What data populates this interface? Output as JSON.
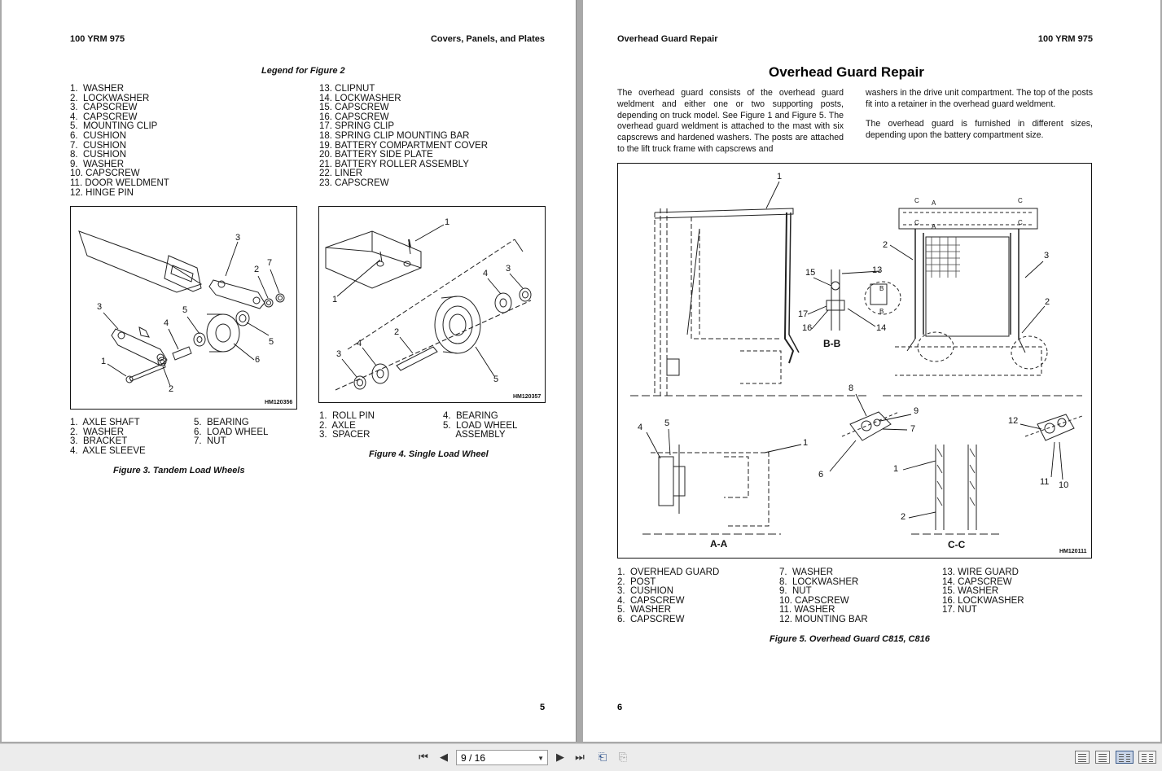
{
  "left_page": {
    "header_left": "100 YRM 975",
    "header_right": "Covers, Panels, and Plates",
    "legend_title": "Legend for Figure 2",
    "legend_col1": [
      "1.  WASHER",
      "2.  LOCKWASHER",
      "3.  CAPSCREW",
      "4.  CAPSCREW",
      "5.  MOUNTING CLIP",
      "6.  CUSHION",
      "7.  CUSHION",
      "8.  CUSHION",
      "9.  WASHER",
      "10. CAPSCREW",
      "11. DOOR WELDMENT",
      "12. HINGE PIN"
    ],
    "legend_col2": [
      "13. CLIPNUT",
      "14. LOCKWASHER",
      "15. CAPSCREW",
      "16. CAPSCREW",
      "17. SPRING CLIP",
      "18. SPRING CLIP MOUNTING BAR",
      "19. BATTERY COMPARTMENT COVER",
      "20. BATTERY SIDE PLATE",
      "21. BATTERY ROLLER ASSEMBLY",
      "22. LINER",
      "23. CAPSCREW"
    ],
    "fig3": {
      "id": "HM120356",
      "callouts": [
        "3",
        "2",
        "7",
        "3",
        "5",
        "4",
        "5",
        "6",
        "1",
        "2"
      ],
      "legend_col1": [
        "1.  AXLE SHAFT",
        "2.  WASHER",
        "3.  BRACKET",
        "4.  AXLE SLEEVE"
      ],
      "legend_col2": [
        "5.  BEARING",
        "6.  LOAD WHEEL",
        "7.  NUT"
      ],
      "caption": "Figure 3.  Tandem Load Wheels"
    },
    "fig4": {
      "id": "HM120357",
      "callouts": [
        "1",
        "1",
        "4",
        "3",
        "2",
        "4",
        "3",
        "5"
      ],
      "legend_col1": [
        "1.  ROLL PIN",
        "2.  AXLE",
        "3.  SPACER"
      ],
      "legend_col2": [
        "4.  BEARING",
        "5.  LOAD WHEEL",
        "     ASSEMBLY"
      ],
      "caption": "Figure 4.  Single Load Wheel"
    },
    "page_number": "5"
  },
  "right_page": {
    "header_left": "Overhead Guard Repair",
    "header_right": "100 YRM 975",
    "title": "Overhead Guard Repair",
    "para_left": "The overhead guard consists of the overhead guard weldment and either one or two supporting posts, depending on truck model.  See Figure 1 and Figure 5. The overhead guard weldment is attached to the mast with six capscrews and hardened washers. The posts are attached to the lift truck frame with capscrews and",
    "para_right_1": "washers in the drive unit compartment.  The top of the posts fit into a retainer in the overhead guard weldment.",
    "para_right_2": "The overhead guard is furnished in different sizes, depending upon the battery compartment size.",
    "fig5": {
      "id": "HM120111",
      "section_labels": [
        "B-B",
        "A-A",
        "C-C"
      ],
      "small_labels": [
        "C",
        "A",
        "C",
        "C",
        "A",
        "C",
        "B",
        "B"
      ],
      "callouts": [
        "1",
        "2",
        "3",
        "2",
        "15",
        "13",
        "17",
        "16",
        "14",
        "8",
        "9",
        "7",
        "6",
        "12",
        "11",
        "10",
        "4",
        "5",
        "1",
        "1",
        "2"
      ],
      "legend_col1": [
        "1.  OVERHEAD GUARD",
        "2.  POST",
        "3.  CUSHION",
        "4.  CAPSCREW",
        "5.  WASHER",
        "6.  CAPSCREW"
      ],
      "legend_col2": [
        "7.  WASHER",
        "8.  LOCKWASHER",
        "9.  NUT",
        "10. CAPSCREW",
        "11. WASHER",
        "12. MOUNTING BAR"
      ],
      "legend_col3": [
        "13. WIRE GUARD",
        "14. CAPSCREW",
        "15. WASHER",
        "16. LOCKWASHER",
        "17. NUT"
      ],
      "caption": "Figure 5.  Overhead Guard C815, C816"
    },
    "page_number": "6"
  },
  "toolbar": {
    "page_field": "9 / 16",
    "icons": [
      "first-page-icon",
      "prev-page-icon",
      "next-page-icon",
      "last-page-icon",
      "go-back-view-icon",
      "go-forward-view-icon",
      "single-page-view-icon",
      "continuous-view-icon",
      "facing-view-icon",
      "continuous-facing-view-icon"
    ]
  }
}
